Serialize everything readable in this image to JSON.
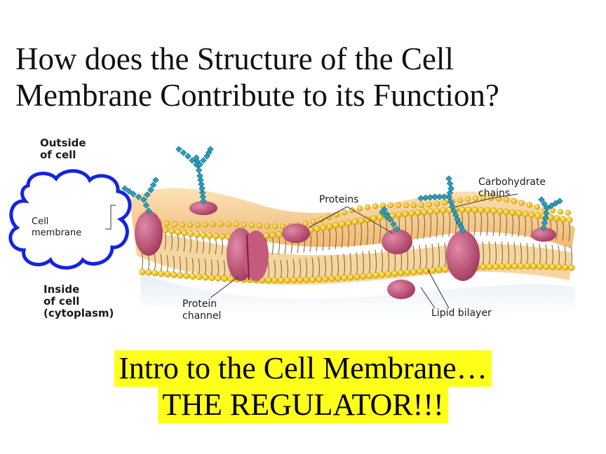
{
  "title": {
    "line1": "How does the Structure of the Cell",
    "line2": "Membrane Contribute to its Function?"
  },
  "diagram": {
    "labels": {
      "outside_1": "Outside",
      "outside_2": "of cell",
      "cell_1": "Cell",
      "cell_2": "membrane",
      "inside_1": "Inside",
      "inside_2": "of cell",
      "inside_3": "(cytoplasm)",
      "proteins": "Proteins",
      "carb_1": "Carbohydrate",
      "carb_2": "chains",
      "channel_1": "Protein",
      "channel_2": "channel",
      "lipid": "Lipid bilayer"
    },
    "colors": {
      "membrane": "#f4c98a",
      "lipid_head": "#f2c21a",
      "protein": "#b24a6a",
      "carbohydrate": "#2a9fbf",
      "cloud_outline": "#1424e0"
    }
  },
  "subtitle": {
    "line1": "Intro to the Cell Membrane…",
    "line2": "THE REGULATOR!!!",
    "highlight": "#ffff1a"
  }
}
